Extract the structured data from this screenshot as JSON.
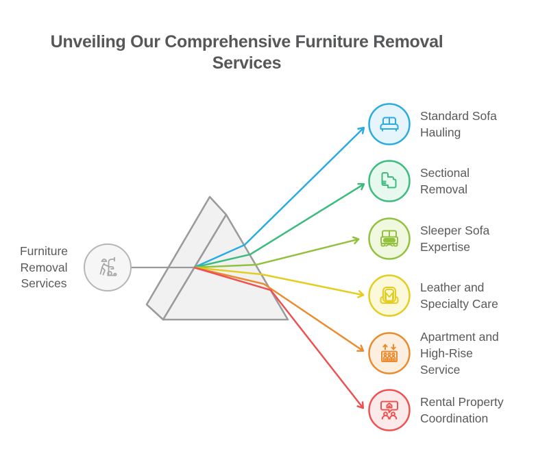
{
  "title": "Unveiling Our Comprehensive Furniture Removal\nServices",
  "text_color": "#58595b",
  "source": {
    "label": "Furniture\nRemoval\nServices",
    "icon": "mover-with-handtruck-icon",
    "ring_color": "#b5b5b5",
    "fill": "#f6f6f6",
    "icon_color": "#a6a6a6"
  },
  "prism": {
    "stroke": "#9b9b9c",
    "fill": "#f1f1f2",
    "beam_color": "#999999"
  },
  "services": [
    {
      "label": "Standard Sofa\nHauling",
      "icon": "sofa-icon",
      "color": "#29abe2",
      "fill": "#e6f5fc"
    },
    {
      "label": "Sectional\nRemoval",
      "icon": "sectional-sofa-icon",
      "color": "#3cbc7c",
      "fill": "#e7f8ef"
    },
    {
      "label": "Sleeper Sofa\nExpertise",
      "icon": "moving-truck-icon",
      "color": "#92c13d",
      "fill": "#f1f8e0"
    },
    {
      "label": "Leather and\nSpecialty Care",
      "icon": "armchair-icon",
      "color": "#e5cd1f",
      "fill": "#fcf8da"
    },
    {
      "label": "Apartment and\nHigh-Rise\nService",
      "icon": "elevator-icon",
      "color": "#ea8b2e",
      "fill": "#fcefe0"
    },
    {
      "label": "Rental Property\nCoordination",
      "icon": "house-chat-people-icon",
      "color": "#ec5252",
      "fill": "#fce9e9"
    }
  ]
}
